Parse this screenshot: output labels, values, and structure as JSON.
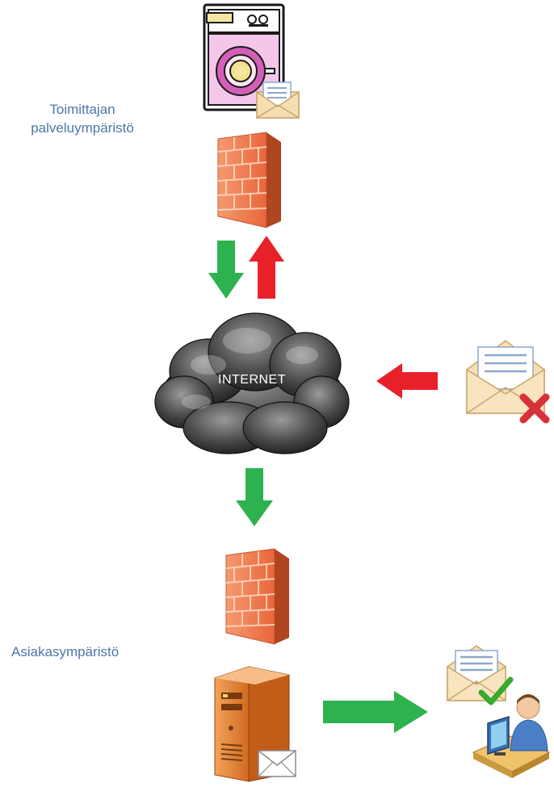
{
  "labels": {
    "supplier_environment": "Toimittajan palveluympäristö",
    "customer_environment": "Asiakasympäristö",
    "cloud": "INTERNET"
  },
  "colors": {
    "label_text": "#4a76a8",
    "arrow_green": "#2eb24f",
    "arrow_red": "#e8202a",
    "firewall": "#f07a50",
    "cloud_dark": "#3a3a3a",
    "server": "#d9742b"
  },
  "icons": {
    "supplier_machine": "washing-machine-icon",
    "supplier_mail": "envelope-icon",
    "firewall": "firewall-icon",
    "cloud": "cloud-icon",
    "rejected_mail": "envelope-rejected-icon",
    "server": "server-icon",
    "accepted_mail": "envelope-accepted-icon",
    "user": "user-at-desk-icon"
  }
}
